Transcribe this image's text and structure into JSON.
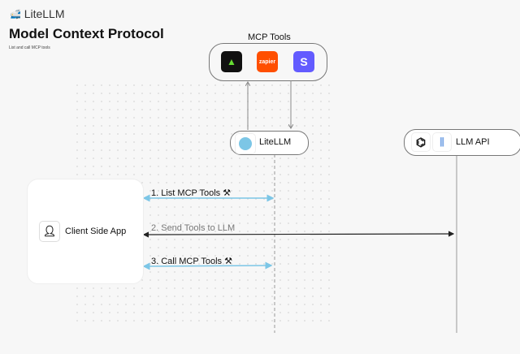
{
  "brand": {
    "name": "LiteLLM"
  },
  "header": {
    "title": "Model Context Protocol",
    "subtitle": "List and call MCP tools"
  },
  "mcp_tools": {
    "title": "MCP Tools",
    "tools": [
      {
        "icon": "triangle-logo-icon"
      },
      {
        "label": "zapier"
      },
      {
        "label": "S"
      }
    ]
  },
  "litellm_node": {
    "label": "LiteLLM"
  },
  "llm_node": {
    "label": "LLM API"
  },
  "client": {
    "label": "Client Side App"
  },
  "steps": [
    {
      "label": "1. List MCP Tools"
    },
    {
      "label": "2. Send Tools to LLM"
    },
    {
      "label": "3. Call MCP Tools"
    }
  ],
  "colors": {
    "blue_arrow": "#7cc6e6",
    "black_arrow": "#222222",
    "zapier": "#ff4f00",
    "stripe": "#635bff"
  }
}
